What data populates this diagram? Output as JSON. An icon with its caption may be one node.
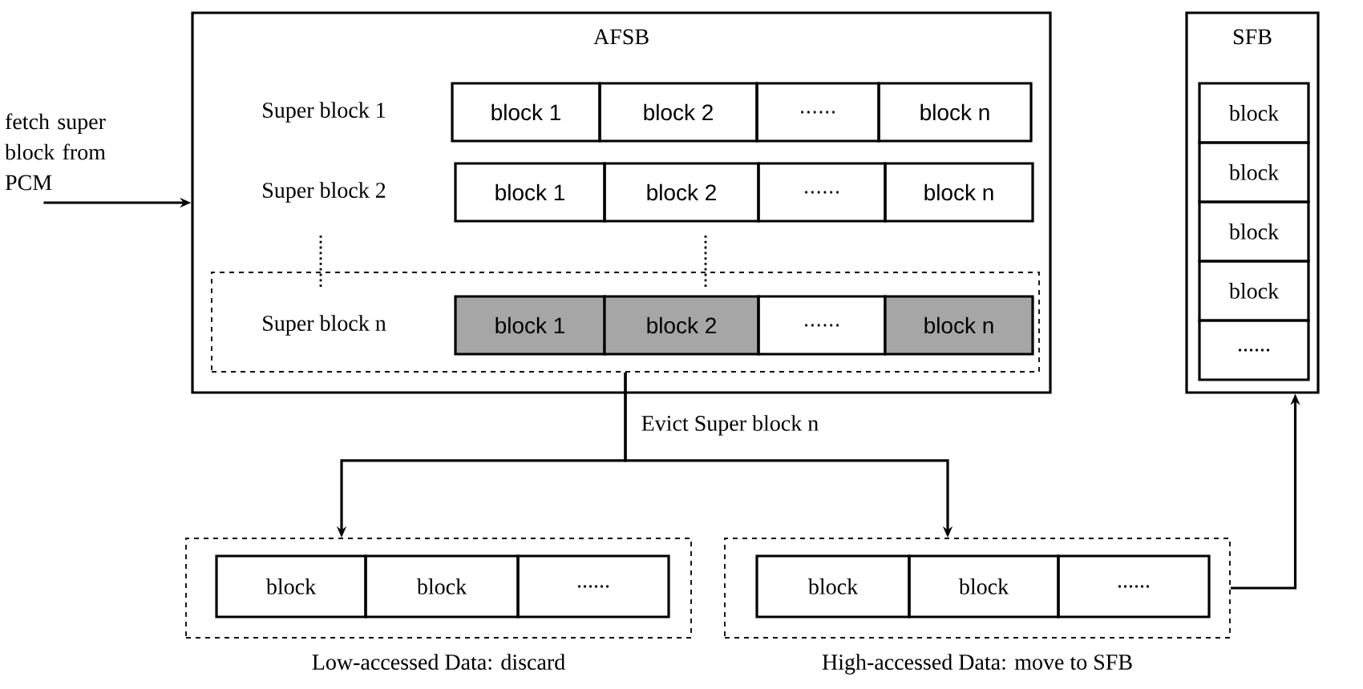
{
  "diagram": {
    "nodes": [
      {
        "text": [
          "AFSB"
        ]
      },
      {
        "text": [
          "block 1"
        ],
        "in": 0
      },
      {
        "text": [
          "block 2"
        ],
        "in": 0
      },
      {
        "text": [
          "......"
        ],
        "in": 0
      },
      {
        "text": [
          "block n"
        ],
        "in": 0
      },
      {
        "text": [
          "block 1"
        ],
        "in": 0
      },
      {
        "text": [
          "block 2"
        ],
        "in": 0
      },
      {
        "text": [
          "......"
        ],
        "in": 0
      },
      {
        "text": [
          "block n"
        ],
        "in": 0
      },
      {
        "text": [
          "Super block n"
        ],
        "in": 0
      },
      {
        "text": [
          "block 1"
        ],
        "in": 9
      },
      {
        "text": [
          "block 2"
        ],
        "in": 9
      },
      {
        "text": [
          "......"
        ],
        "in": 9
      },
      {
        "text": [
          "block n"
        ],
        "in": 9
      },
      {
        "text": [
          "SFB"
        ]
      },
      {
        "text": [
          "block"
        ],
        "in": 14
      },
      {
        "text": [
          "block"
        ],
        "in": 14
      },
      {
        "text": [
          "block"
        ],
        "in": 14
      },
      {
        "text": [
          "block"
        ],
        "in": 14
      },
      {
        "text": [
          "......"
        ],
        "in": 14
      },
      {
        "text": [],
        "shape": "box",
        "beside": [
          "Low-accessed Data: discard"
        ]
      },
      {
        "text": [
          "block"
        ],
        "in": 20
      },
      {
        "text": [
          "block"
        ],
        "in": 20
      },
      {
        "text": [
          "......"
        ],
        "in": 20
      },
      {
        "text": [],
        "shape": "box",
        "beside": [
          "High-accessed Data: move to SFB"
        ]
      },
      {
        "text": [
          "block"
        ],
        "in": 24
      },
      {
        "text": [
          "block"
        ],
        "in": 24
      },
      {
        "text": [
          "......"
        ],
        "in": 24
      }
    ],
    "edges": [
      {
        "from": null,
        "to": 0,
        "arrow": "to",
        "label": "fetch super block from PCM"
      },
      {
        "from": 9,
        "to": 20,
        "arrow": "to",
        "label": "Evict Super block n"
      },
      {
        "from": 9,
        "to": 24,
        "arrow": "to"
      },
      {
        "from": 24,
        "to": 14,
        "arrow": "to"
      }
    ],
    "labels": [
      "Super block 1",
      "Super block 2"
    ]
  }
}
